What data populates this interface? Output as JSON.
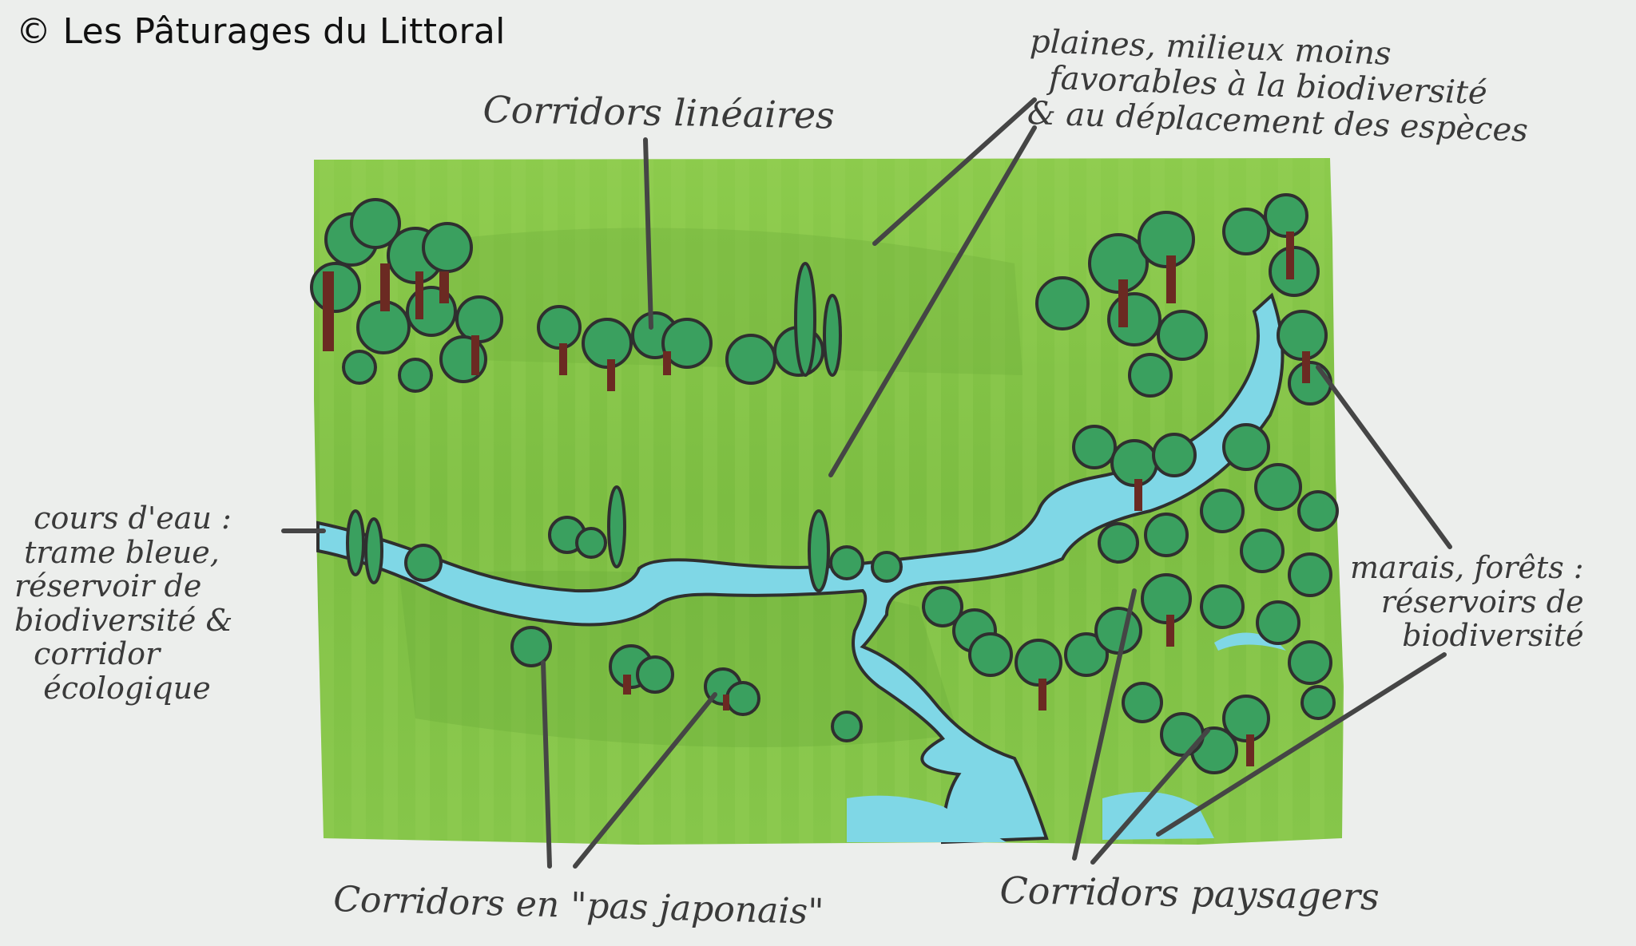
{
  "copyright": "© Les Pâturages du Littoral",
  "labels": {
    "linear_corridors": "Corridors linéaires",
    "plains": "plaines, milieux moins\n  favorables à la biodiversité\n& au déplacement des espèces",
    "watercourses": "  cours d'eau :\n trame bleue,\nréservoir de\nbiodiversité &\n  corridor\n   écologique",
    "marsh_forest": "marais, forêts :\nréservoirs de\nbiodiversité",
    "stepping_stone_corridors": "Corridors en \"pas japonais\"",
    "landscape_corridors": "Corridors paysagers"
  },
  "colors": {
    "paper": "#eceeec",
    "meadow_light": "#8fcb4f",
    "meadow_dark": "#6aab3a",
    "tree_canopy": "#3aa05f",
    "tree_trunk": "#6b2a22",
    "water": "#7fd7e6",
    "ink": "#3a3a3a"
  },
  "legend_items": [
    {
      "id": "linear",
      "label": "Corridors linéaires"
    },
    {
      "id": "plains",
      "label": "plaines, milieux moins favorables à la biodiversité & au déplacement des espèces"
    },
    {
      "id": "water",
      "label": "cours d'eau : trame bleue, réservoir de biodiversité & corridor écologique"
    },
    {
      "id": "marsh",
      "label": "marais, forêts : réservoirs de biodiversité"
    },
    {
      "id": "stepping",
      "label": "Corridors en \"pas japonais\""
    },
    {
      "id": "landscape",
      "label": "Corridors paysagers"
    }
  ]
}
